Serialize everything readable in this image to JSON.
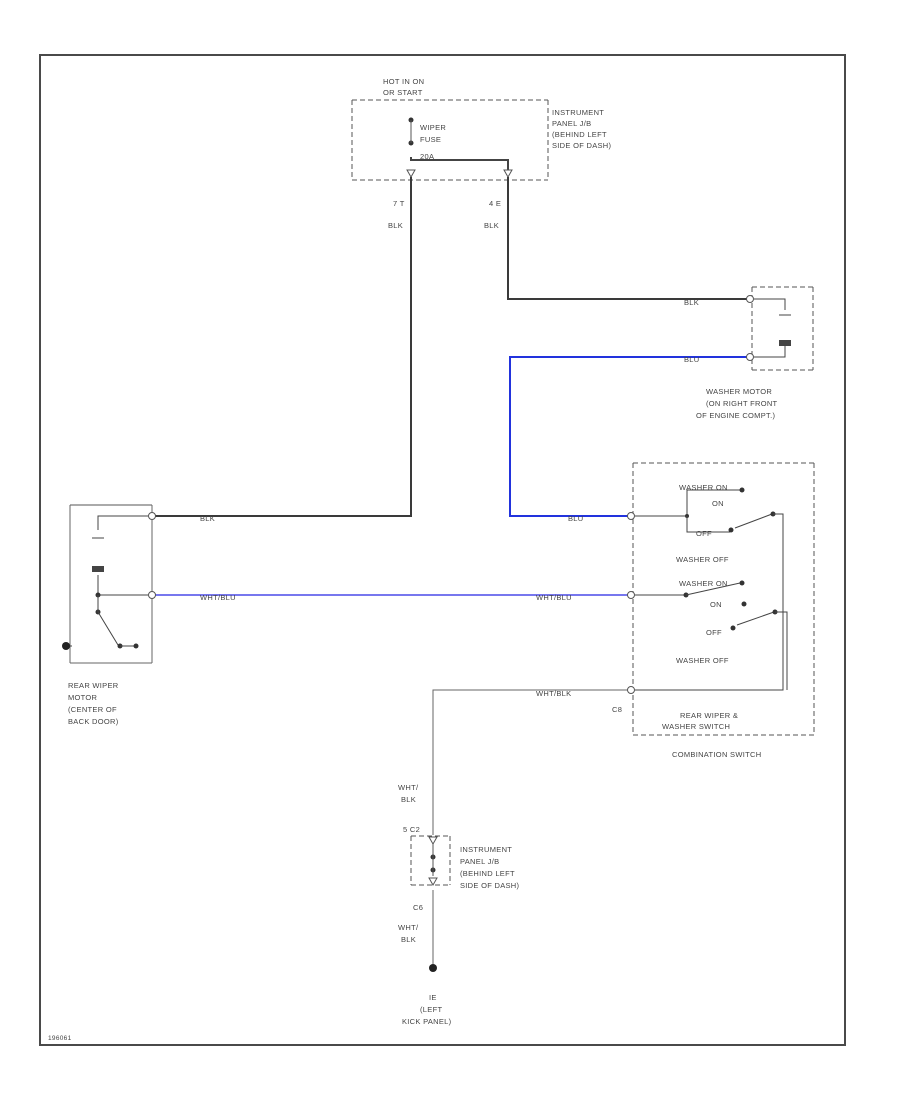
{
  "colors": {
    "wire": "#3a3a3a",
    "highlight_strong": "#2233dd",
    "highlight_light": "#7777ee",
    "frame": "#4a4a4a",
    "text": "#444444"
  },
  "fuse_block": {
    "title_1": "HOT IN ON",
    "title_2": "OR START",
    "fuse_1": "WIPER",
    "fuse_2": "FUSE",
    "rating": "20A",
    "location_1": "INSTRUMENT",
    "location_2": "PANEL J/B",
    "location_3": "(BEHIND LEFT",
    "location_4": "SIDE OF DASH)",
    "pin_left": "7 T",
    "pin_right": "4 E",
    "wire_left": "BLK",
    "wire_right": "BLK"
  },
  "washer_motor": {
    "label_1": "WASHER MOTOR",
    "label_2": "(ON RIGHT FRONT",
    "label_3": "OF ENGINE COMPT.)",
    "wire_1": "BLK",
    "wire_2": "BLU"
  },
  "rear_wiper_motor": {
    "label_1": "REAR WIPER",
    "label_2": "MOTOR",
    "label_3": "(CENTER OF",
    "label_4": "BACK DOOR)",
    "wire_1": "BLK",
    "wire_2": "WHT/BLU"
  },
  "combination_switch": {
    "washer_on": "WASHER ON",
    "on": "ON",
    "off": "OFF",
    "washer_off": "WASHER OFF",
    "wire_in_1": "BLU",
    "wire_in_2": "WHT/BLU",
    "wire_ground": "WHT/BLK",
    "pin_ground": "C8",
    "section_1": "REAR WIPER &",
    "section_2": "WASHER SWITCH",
    "name": "COMBINATION SWITCH"
  },
  "lower_jb": {
    "wire_top_1": "WHT/",
    "wire_top_2": "BLK",
    "pin_top": "5 C2",
    "label_1": "INSTRUMENT",
    "label_2": "PANEL J/B",
    "label_3": "(BEHIND LEFT",
    "label_4": "SIDE OF DASH)",
    "pin_bottom": "C6",
    "wire_bot_1": "WHT/",
    "wire_bot_2": "BLK"
  },
  "ground": {
    "id": "IE",
    "label_1": "(LEFT",
    "label_2": "KICK PANEL)"
  },
  "footer": {
    "code": "196061"
  }
}
